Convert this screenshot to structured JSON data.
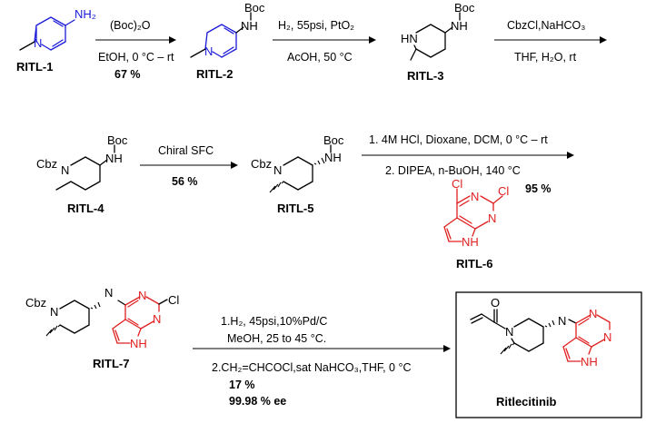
{
  "compounds": {
    "c1": "RITL-1",
    "c2": "RITL-2",
    "c3": "RITL-3",
    "c4": "RITL-4",
    "c5": "RITL-5",
    "c6": "RITL-6",
    "c7": "RITL-7",
    "product": "Ritlecitinib"
  },
  "steps": {
    "s1": {
      "above": "(Boc)₂O",
      "below": "EtOH, 0 °C – rt",
      "yield": "67 %"
    },
    "s2": {
      "above": "H₂, 55psi, PtO₂",
      "below": "AcOH, 50 °C"
    },
    "s3": {
      "above": "CbzCl,NaHCO₃",
      "below": "THF, H₂O, rt"
    },
    "s4": {
      "above": "Chiral SFC",
      "yield": "56 %"
    },
    "s5": {
      "line1": "1. 4M HCl, Dioxane, DCM, 0 °C – rt",
      "line2": "2. DIPEA, n-BuOH, 140 °C",
      "yield": "95 %"
    },
    "s6": {
      "line1": "1.H₂, 45psi,10%Pd/C",
      "line2": "MeOH, 25 to 45 °C.",
      "line3": "2.CH₂=CHCOCl,sat NaHCO₃,THF, 0 °C",
      "yield": "17 %",
      "ee": "99.98 % ee"
    }
  },
  "atoms": {
    "nh2": "NH₂",
    "n": "N",
    "nh": "NH",
    "hn": "HN",
    "boc": "Boc",
    "cbz": "Cbz",
    "cl": "Cl",
    "o": "O"
  },
  "colors": {
    "blue": "#1a1ad8",
    "red": "#e02020",
    "black": "#000000"
  }
}
